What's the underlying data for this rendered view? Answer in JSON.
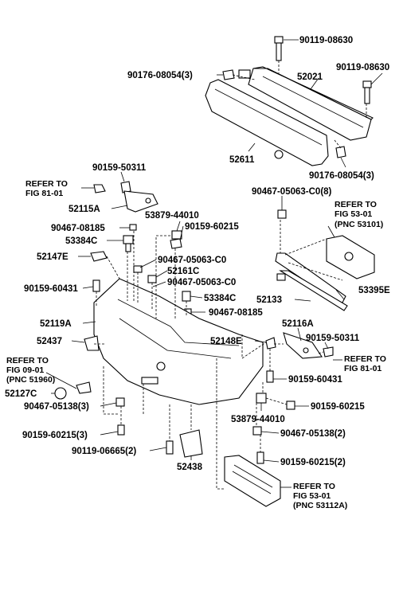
{
  "labels": {
    "p90119_08630_top": "90119-08630",
    "p52021": "52021",
    "p90176_08054_left": "90176-08054(3)",
    "p90119_08630_right": "90119-08630",
    "p52611": "52611",
    "p90176_08054_right": "90176-08054(3)",
    "p90159_50311_left": "90159-50311",
    "p52115A": "52115A",
    "p53879_44010_top": "53879-44010",
    "p90159_60215_top": "90159-60215",
    "p90467_08185_left": "90467-08185",
    "p53384C_left": "53384C",
    "p52147E": "52147E",
    "p90467_05063_a": "90467-05063-C0",
    "p52161C": "52161C",
    "p90467_05063_b": "90467-05063-C0",
    "p90159_60431_left": "90159-60431",
    "p53384C_right": "53384C",
    "p90467_08185_right": "90467-08185",
    "p52119A": "52119A",
    "p52437": "52437",
    "p52127C": "52127C",
    "p90467_05138_left": "90467-05138(3)",
    "p90159_60215_left": "90159-60215(3)",
    "p90119_06665": "90119-06665(2)",
    "p52438": "52438",
    "p90467_05063_c08": "90467-05063-C0(8)",
    "p52133": "52133",
    "p53395E": "53395E",
    "p52116A": "52116A",
    "p90159_50311_right": "90159-50311",
    "p52148E": "52148E",
    "p90159_60431_right": "90159-60431",
    "p53879_44010_bottom": "53879-44010",
    "p90159_60215_mid": "90159-60215",
    "p90467_05138_right": "90467-05138(2)",
    "p90159_60215_right": "90159-60215(2)"
  },
  "refs": {
    "fig81_left": [
      "REFER TO",
      "FIG  81-01"
    ],
    "fig53_top": [
      "REFER TO",
      "FIG 53-01",
      "(PNC 53101)"
    ],
    "fig09": [
      "REFER TO",
      "FIG  09-01",
      "(PNC 51960)"
    ],
    "fig81_right": [
      "REFER TO",
      "FIG  81-01"
    ],
    "fig53_bottom": [
      "REFER TO",
      "FIG  53-01",
      "(PNC 53112A)"
    ]
  }
}
